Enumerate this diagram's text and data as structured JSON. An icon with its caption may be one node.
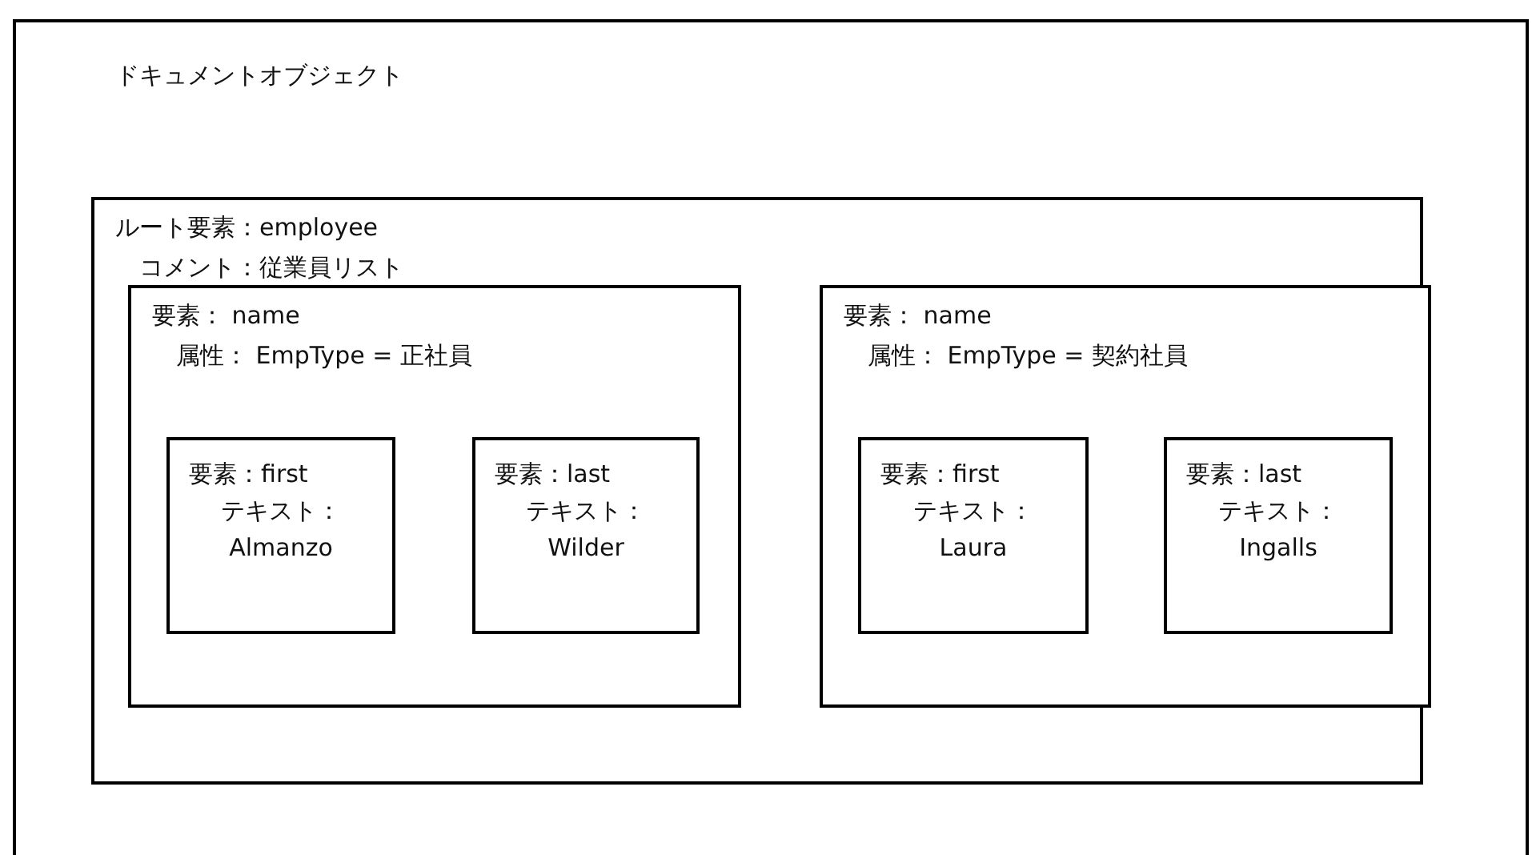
{
  "diagram": {
    "nodes": [
      {
        "text": [
          "ドキュメントオブジェクト"
        ]
      },
      {
        "text": [
          "ルート要素：employee",
          "コメント：従業員リスト"
        ],
        "in": 0
      },
      {
        "text": [
          "要素： name",
          "属性： EmpType = 正社員"
        ],
        "in": 1
      },
      {
        "text": [
          "要素：first",
          "テキスト：",
          "Almanzo"
        ],
        "in": 2
      },
      {
        "text": [
          "要素：last",
          "テキスト：",
          "Wilder"
        ],
        "in": 2
      },
      {
        "text": [
          "要素： name",
          "属性： EmpType = 契約社員"
        ],
        "in": 1
      },
      {
        "text": [
          "要素：first",
          "テキスト：",
          "Laura"
        ],
        "in": 5
      },
      {
        "text": [
          "要素：last",
          "テキスト：",
          "Ingalls"
        ],
        "in": 5
      }
    ]
  }
}
